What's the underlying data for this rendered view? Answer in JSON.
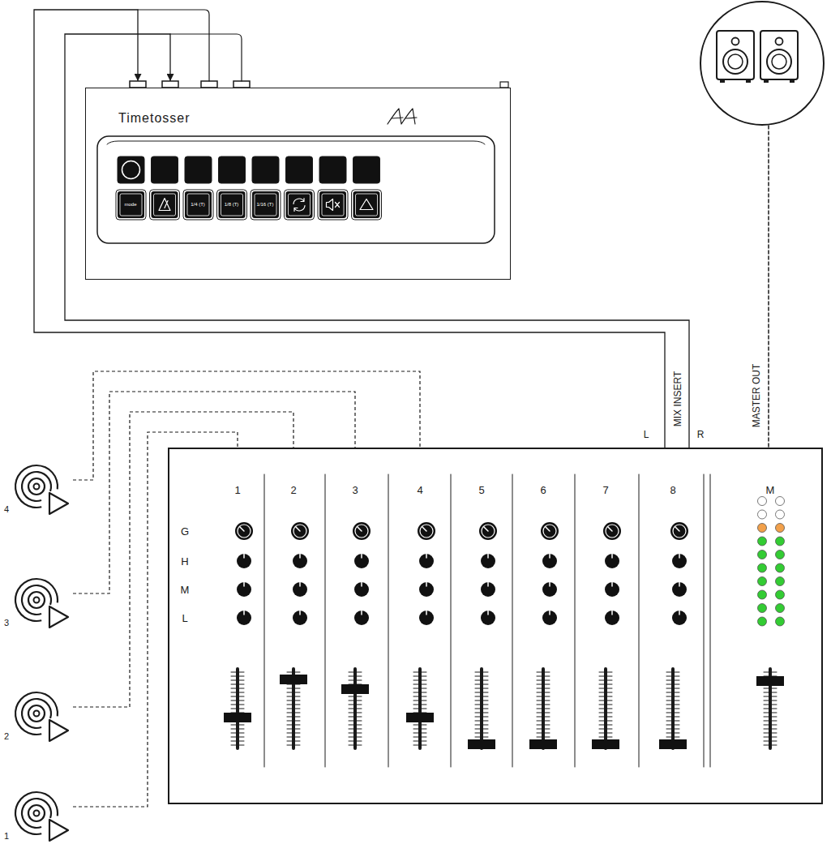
{
  "diagram": {
    "nodes": [
      {
        "text": [
          "Timetosser"
        ]
      },
      {
        "text": [
          "mode"
        ],
        "in": 0
      },
      {
        "text": [
          "1/4 (T)"
        ],
        "in": 0
      },
      {
        "text": [
          "1/8 (T)"
        ],
        "in": 0
      },
      {
        "text": [
          "1/16 (T)"
        ],
        "in": 0
      },
      {
        "text": [
          "1",
          "2",
          "3",
          "4",
          "5",
          "6",
          "7",
          "8",
          "M",
          "G",
          "H",
          "M",
          "L"
        ]
      },
      {
        "text": [
          "4"
        ]
      },
      {
        "text": [
          "3"
        ]
      },
      {
        "text": [
          "2"
        ]
      },
      {
        "text": [
          "1"
        ]
      }
    ],
    "edges": [
      {
        "from": 6,
        "to": 5,
        "arrow": "none"
      },
      {
        "from": 7,
        "to": 5,
        "arrow": "none"
      },
      {
        "from": 8,
        "to": 5,
        "arrow": "none"
      },
      {
        "from": 9,
        "to": 5,
        "arrow": "none"
      },
      {
        "from": 5,
        "to": 0,
        "arrow": "to"
      },
      {
        "from": 5,
        "to": 0,
        "arrow": "to"
      }
    ],
    "labels": [
      "MIX INSERT",
      "L",
      "R",
      "MASTER OUT"
    ]
  }
}
